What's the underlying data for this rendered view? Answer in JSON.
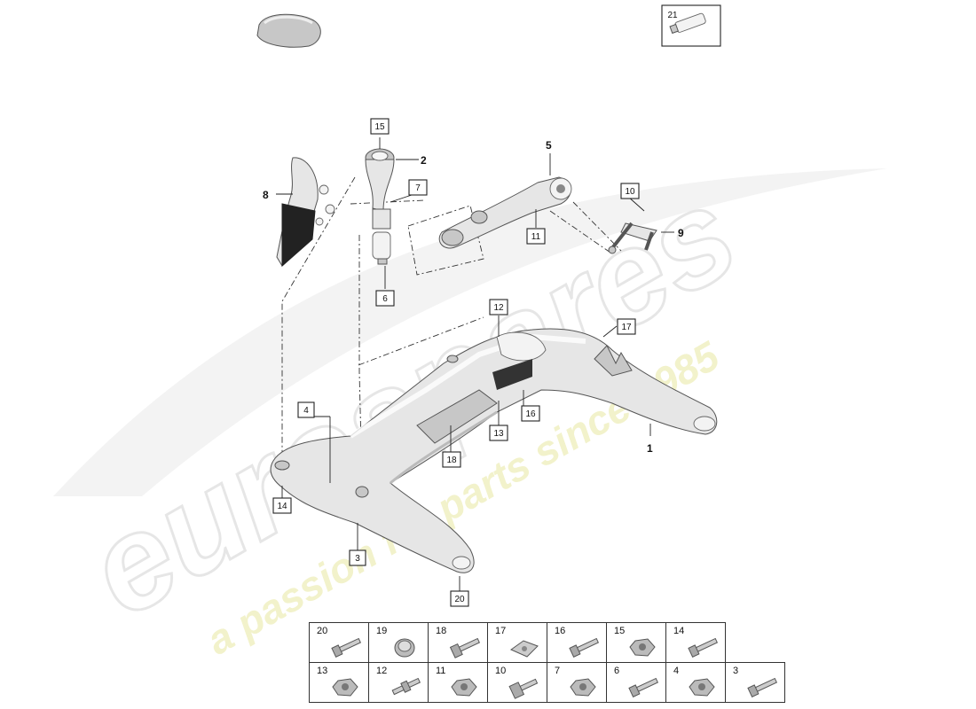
{
  "watermark": {
    "brand_text": "eurospares",
    "tagline_text": "a passion for parts since 1985"
  },
  "callouts": {
    "c1": "1",
    "c2": "2",
    "c3": "3",
    "c4": "4",
    "c5": "5",
    "c6": "6",
    "c7": "7",
    "c8": "8",
    "c9": "9",
    "c10": "10",
    "c11": "11",
    "c12": "12",
    "c13": "13",
    "c14": "14",
    "c15": "15",
    "c16": "16",
    "c17": "17",
    "c18": "18",
    "c20": "20",
    "c21": "21"
  },
  "hardware_table": {
    "row1": [
      "20",
      "19",
      "18",
      "17",
      "16",
      "15",
      "14"
    ],
    "row2": [
      "13",
      "12",
      "11",
      "10",
      "7",
      "6",
      "4",
      "3"
    ]
  }
}
